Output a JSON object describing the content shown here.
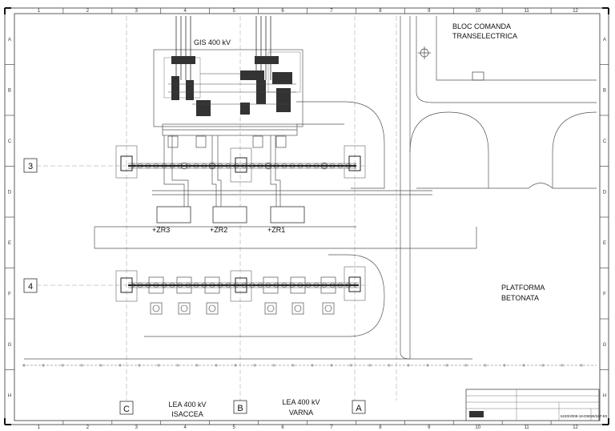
{
  "grid": {
    "columns": [
      "1",
      "2",
      "3",
      "4",
      "5",
      "6",
      "7",
      "8",
      "9",
      "10",
      "11",
      "12"
    ],
    "rows": [
      "A",
      "B",
      "C",
      "D",
      "E",
      "F",
      "G",
      "H"
    ]
  },
  "labels": {
    "gis": "GIS 400 kV",
    "bloc_line1": "BLOC COMANDA",
    "bloc_line2": "TRANSELECTRICA",
    "platforma_line1": "PLATFORMA",
    "platforma_line2": "BETONATA",
    "zr3": "+ZR3",
    "zr2": "+ZR2",
    "zr1": "+ZR1",
    "row3": "3",
    "row4": "4",
    "lea_isaccea_line1": "LEA 400 kV",
    "lea_isaccea_line2": "ISACCEA",
    "lea_varna_line1": "LEA 400 kV",
    "lea_varna_line2": "VARNA",
    "bay_c": "C",
    "bay_b": "B",
    "bay_a": "A",
    "title_block_number": "6220/2008-18-D9028/347-E0"
  },
  "colors": {
    "line": "#555555",
    "dark": "#222222"
  }
}
